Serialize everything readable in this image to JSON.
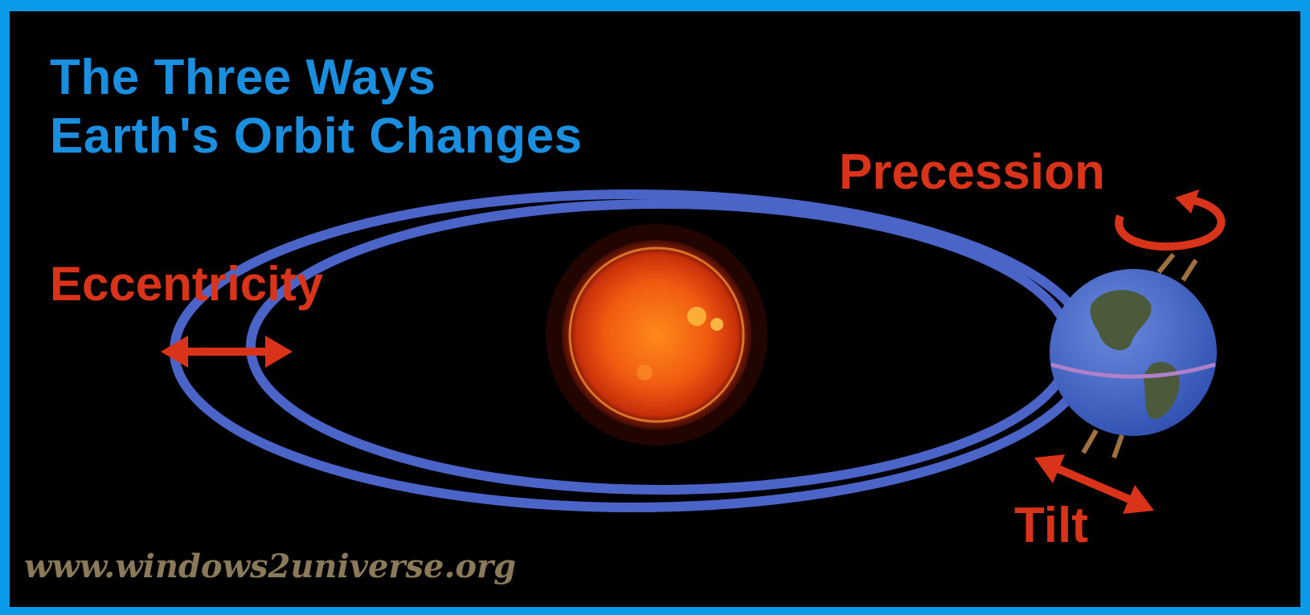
{
  "title": {
    "line1": "The Three Ways",
    "line2": "Earth's Orbit Changes"
  },
  "labels": {
    "precession": "Precession",
    "eccentricity": "Eccentricity",
    "tilt": "Tilt"
  },
  "watermark": "www.windows2universe.org",
  "colors": {
    "frame": "#0a9be8",
    "background": "#000000",
    "title": "#1a8fe0",
    "label": "#d9331a",
    "orbit": "#4a64c8",
    "arrow": "#d9331a",
    "sun": "#e8400a",
    "earth_ocean": "#4a6fd0",
    "earth_land": "#4a5a3a"
  },
  "icons": {
    "sun": "sun-icon",
    "earth": "earth-icon",
    "precession_arrow": "curved-arrow-icon",
    "eccentricity_arrow": "double-arrow-icon",
    "tilt_arrow": "double-arrow-icon"
  }
}
